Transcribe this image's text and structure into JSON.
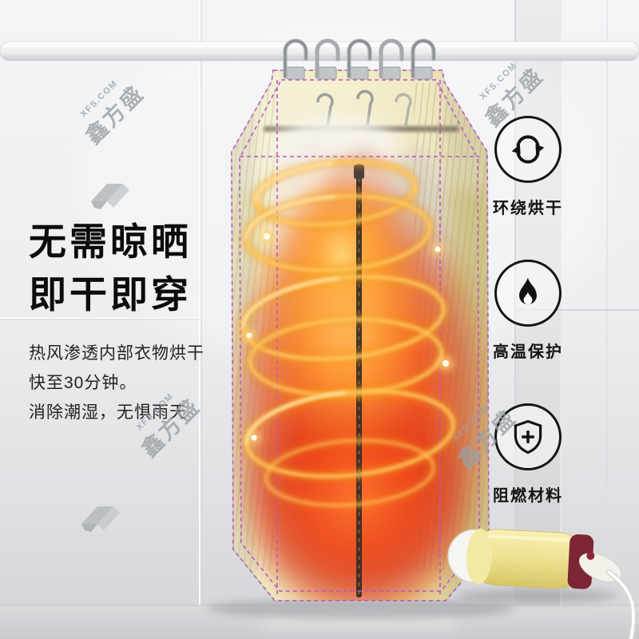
{
  "headline": {
    "line1": "无需晾晒",
    "line2": "即干即穿"
  },
  "description": {
    "line1": "热风渗透内部衣物烘干",
    "line2": "快至30分钟。",
    "line3": "消除潮湿，无惧雨天"
  },
  "features": [
    {
      "id": "surround-drying",
      "icon": "cycle-arrows-icon",
      "label": "环绕烘干"
    },
    {
      "id": "high-temp-protection",
      "icon": "flame-icon",
      "label": "高温保护"
    },
    {
      "id": "flame-retardant",
      "icon": "shield-plus-icon",
      "label": "阻燃材料"
    }
  ],
  "watermark": {
    "domain": "XFS.COM",
    "brand": "鑫方盛"
  },
  "colors": {
    "background_top": "#f3f4f6",
    "floor": "#cfd0d3",
    "bag_fabric": "#ece5b4",
    "stitching": "#b457c2",
    "heat_core": "#ff7a30",
    "heat_red": "#e63518",
    "ring_gold": "#ffc95e",
    "heater_body": "#ecdf8c",
    "heater_band": "#7c2534",
    "text": "#111111"
  }
}
